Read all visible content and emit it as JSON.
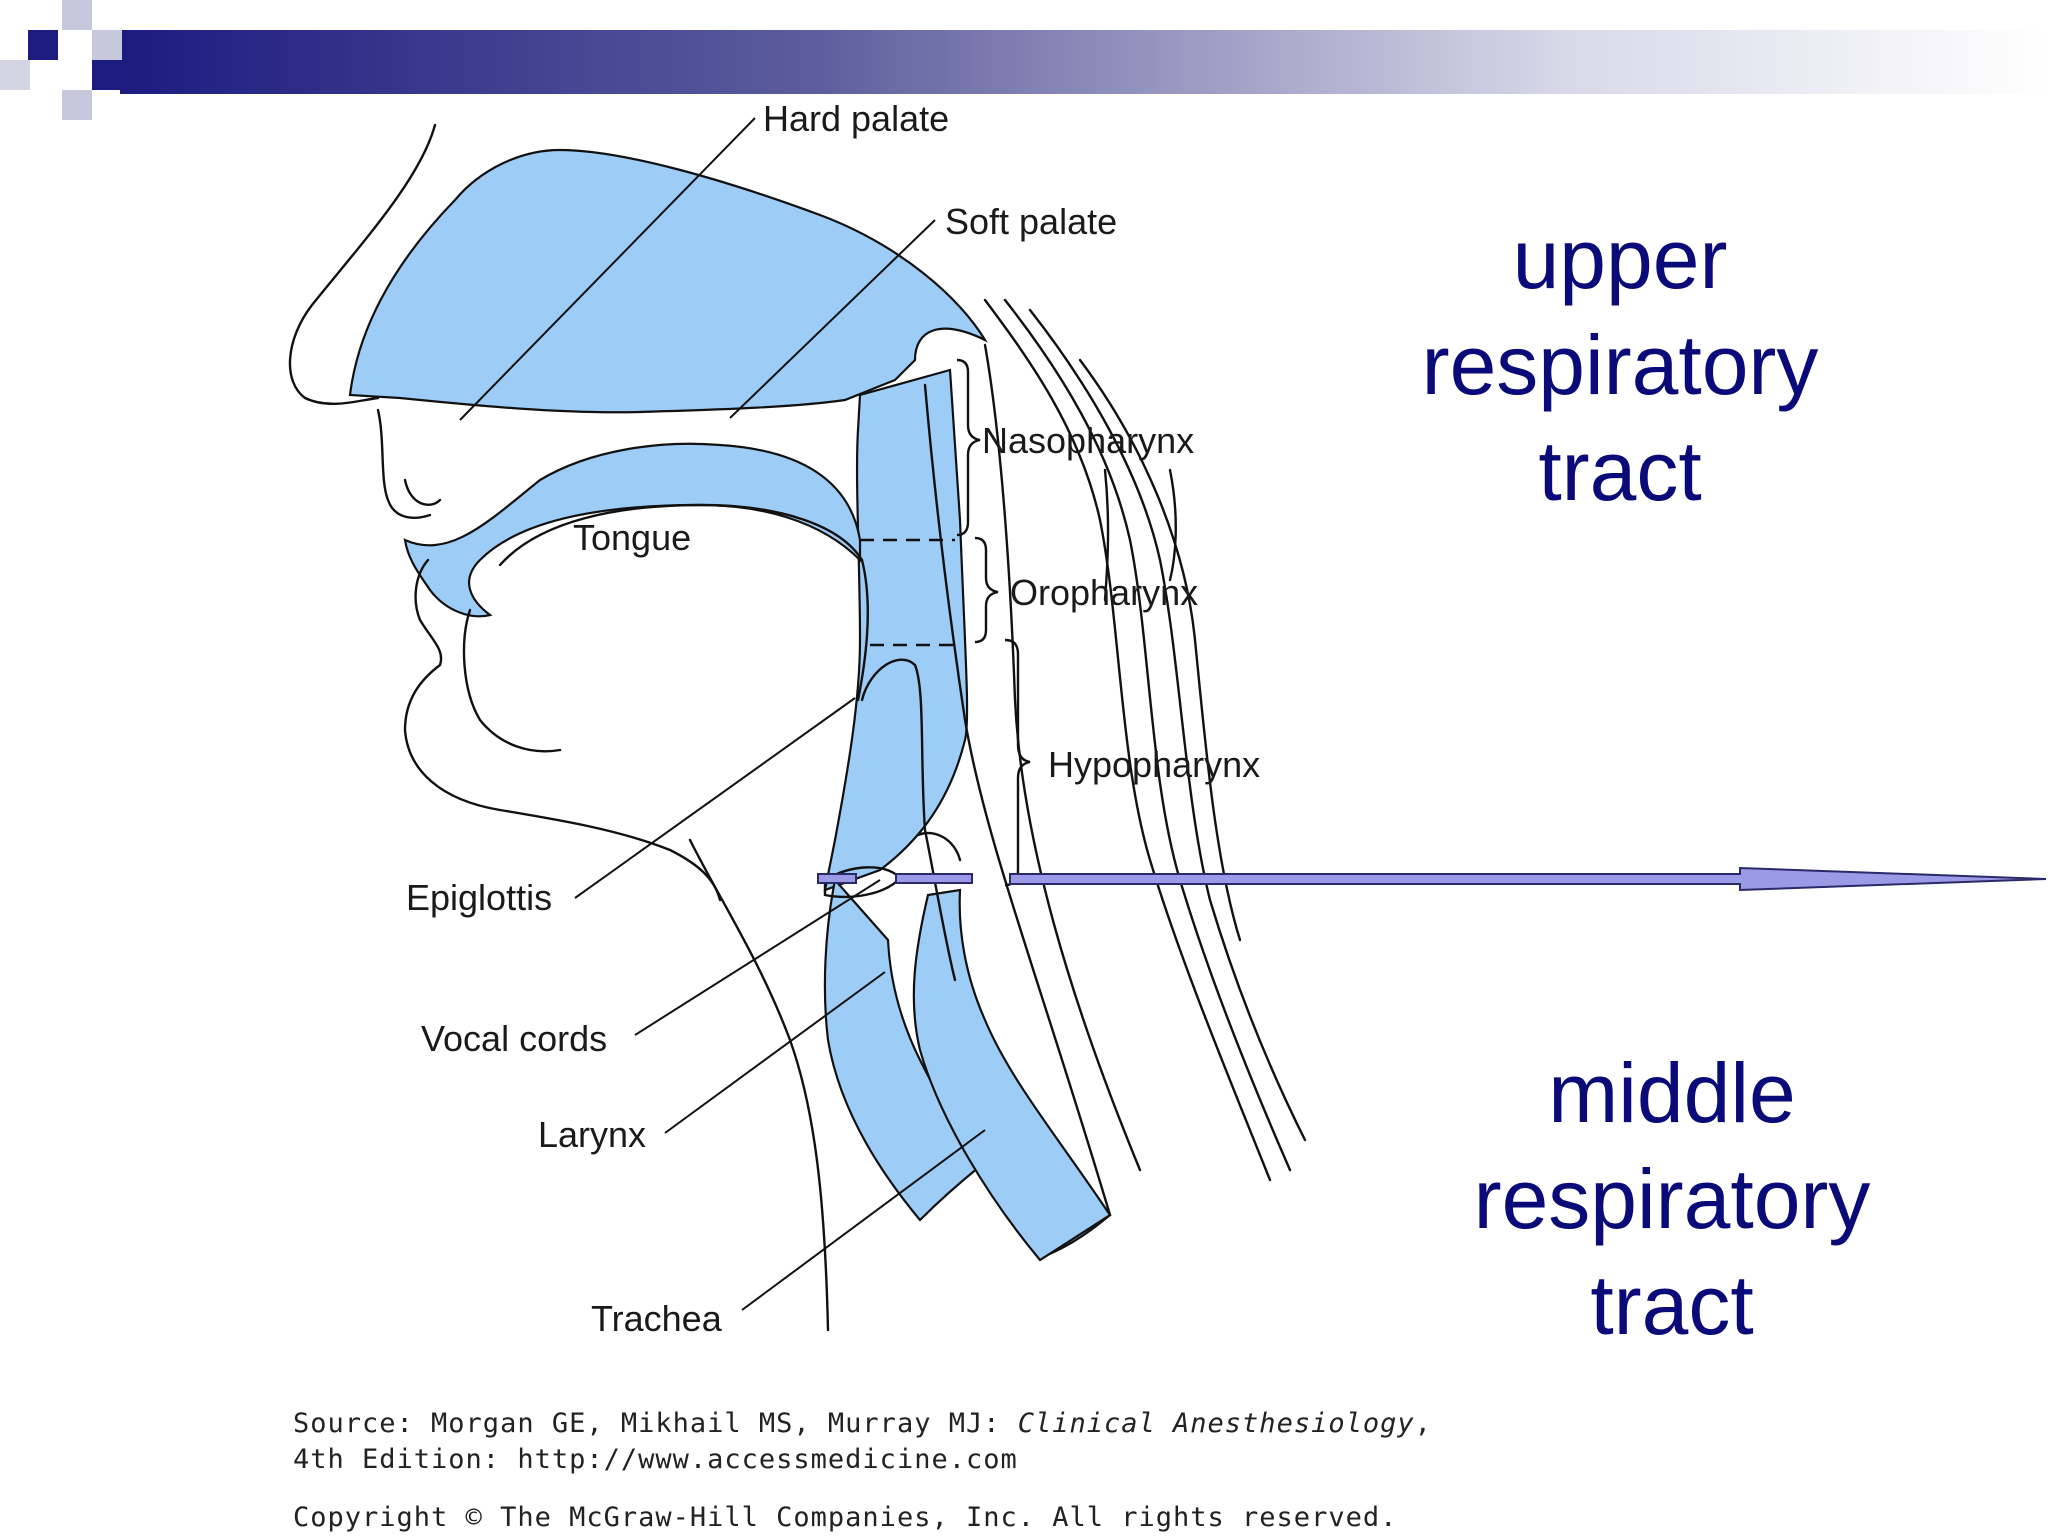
{
  "header": {
    "accent_color": "#1c1c80"
  },
  "regions": {
    "upper": [
      "upper",
      "respiratory",
      "tract"
    ],
    "middle": [
      "middle",
      "respiratory",
      "tract"
    ]
  },
  "diagram": {
    "labels": {
      "hard_palate": "Hard palate",
      "soft_palate": "Soft palate",
      "nasopharynx": "Nasopharynx",
      "tongue": "Tongue",
      "oropharynx": "Oropharynx",
      "hypopharynx": "Hypopharynx",
      "epiglottis": "Epiglottis",
      "vocal_cords": "Vocal cords",
      "larynx": "Larynx",
      "trachea": "Trachea"
    },
    "airway_color": "#9dccf7",
    "arrow_color": "#9a9ae6"
  },
  "source": {
    "line1_prefix": "Source: Morgan GE, Mikhail MS, Murray MJ: ",
    "line1_title": "Clinical Anesthesiology",
    "line1_suffix": ",",
    "line2": "4th Edition: http://www.accessmedicine.com",
    "copyright": "Copyright © The McGraw-Hill Companies, Inc. All rights reserved."
  }
}
